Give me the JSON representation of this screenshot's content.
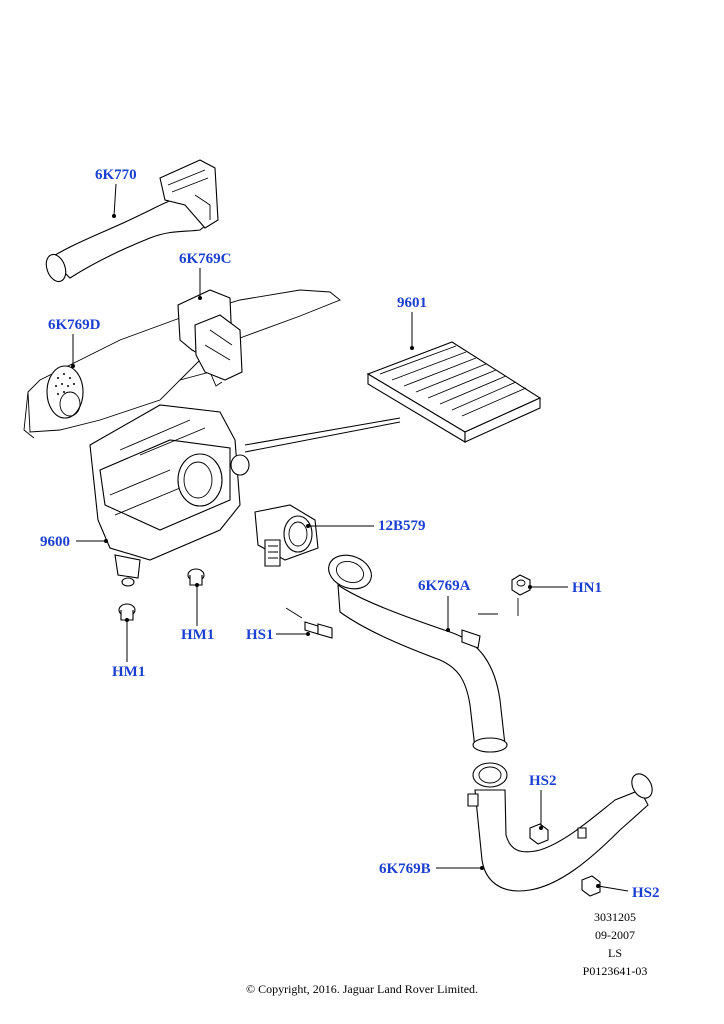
{
  "callouts": {
    "c_6k770": "6K770",
    "c_6k769c": "6K769C",
    "c_6k769d": "6K769D",
    "c_9601": "9601",
    "c_9600": "9600",
    "c_12b579": "12B579",
    "c_6k769a": "6K769A",
    "c_hn1": "HN1",
    "c_hm1_right": "HM1",
    "c_hs1": "HS1",
    "c_hm1_left": "HM1",
    "c_hs2_top": "HS2",
    "c_6k769b": "6K769B",
    "c_hs2_bottom": "HS2"
  },
  "meta": {
    "code": "3031205",
    "date": "09-2007",
    "initials": "LS",
    "ref": "P0123641-03"
  },
  "copyright": "© Copyright, 2016. Jaguar Land Rover Limited.",
  "colors": {
    "callout": "#1a3fd1",
    "line": "#000000",
    "background": "#ffffff"
  }
}
